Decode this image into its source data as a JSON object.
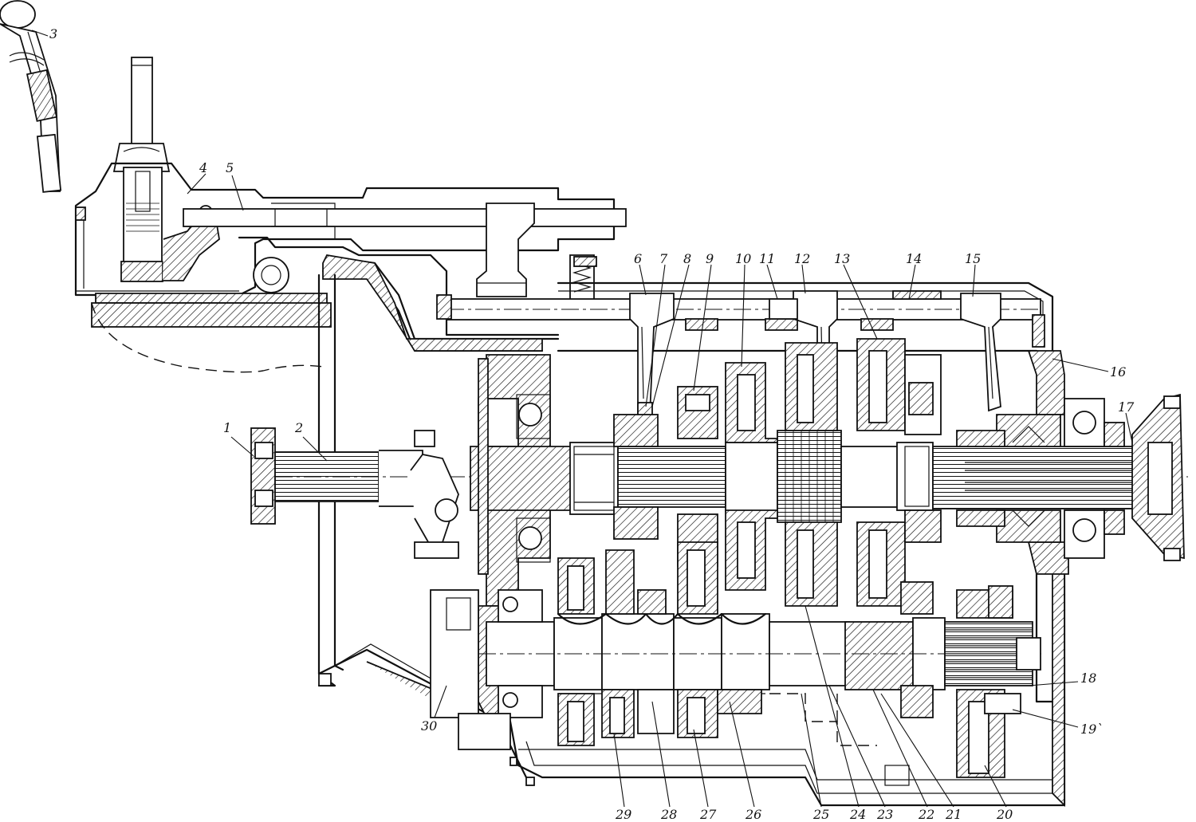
{
  "callouts": {
    "c1": "1",
    "c2": "2",
    "c3": "3",
    "c4": "4",
    "c5": "5",
    "c6": "6",
    "c7": "7",
    "c8": "8",
    "c9": "9",
    "c10": "10",
    "c11": "11",
    "c12": "12",
    "c13": "13",
    "c14": "14",
    "c15": "15",
    "c16": "16",
    "c17": "17",
    "c18": "18",
    "c19": "19`",
    "c20": "20",
    "c21": "21",
    "c22": "22",
    "c23": "23",
    "c24": "24",
    "c25": "25",
    "c26": "26",
    "c27": "27",
    "c28": "28",
    "c29": "29",
    "c30": "30"
  }
}
